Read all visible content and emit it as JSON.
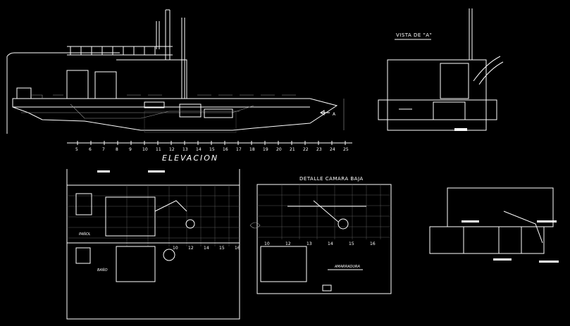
{
  "elevation": {
    "title": "ELEVACION",
    "arrow_label": "A",
    "frames": [
      "5",
      "6",
      "7",
      "8",
      "9",
      "10",
      "11",
      "12",
      "13",
      "14",
      "15",
      "16",
      "17",
      "18",
      "19",
      "20",
      "21",
      "22",
      "23",
      "24",
      "25"
    ]
  },
  "view_a": {
    "title": "VISTA DE \"A\""
  },
  "plan": {
    "label_panol": "PAÑOL",
    "label_bano": "BAÑO",
    "frames": [
      "10",
      "12",
      "14",
      "15",
      "16"
    ]
  },
  "detail": {
    "title": "DETALLE CAMARA BAJA",
    "label_amarre": "AMARRADURA",
    "frames": [
      "10",
      "12",
      "13",
      "14",
      "15",
      "16"
    ]
  },
  "colors": {
    "background": "#000000",
    "line": "#ffffff",
    "grid": "#5a5a5a"
  }
}
